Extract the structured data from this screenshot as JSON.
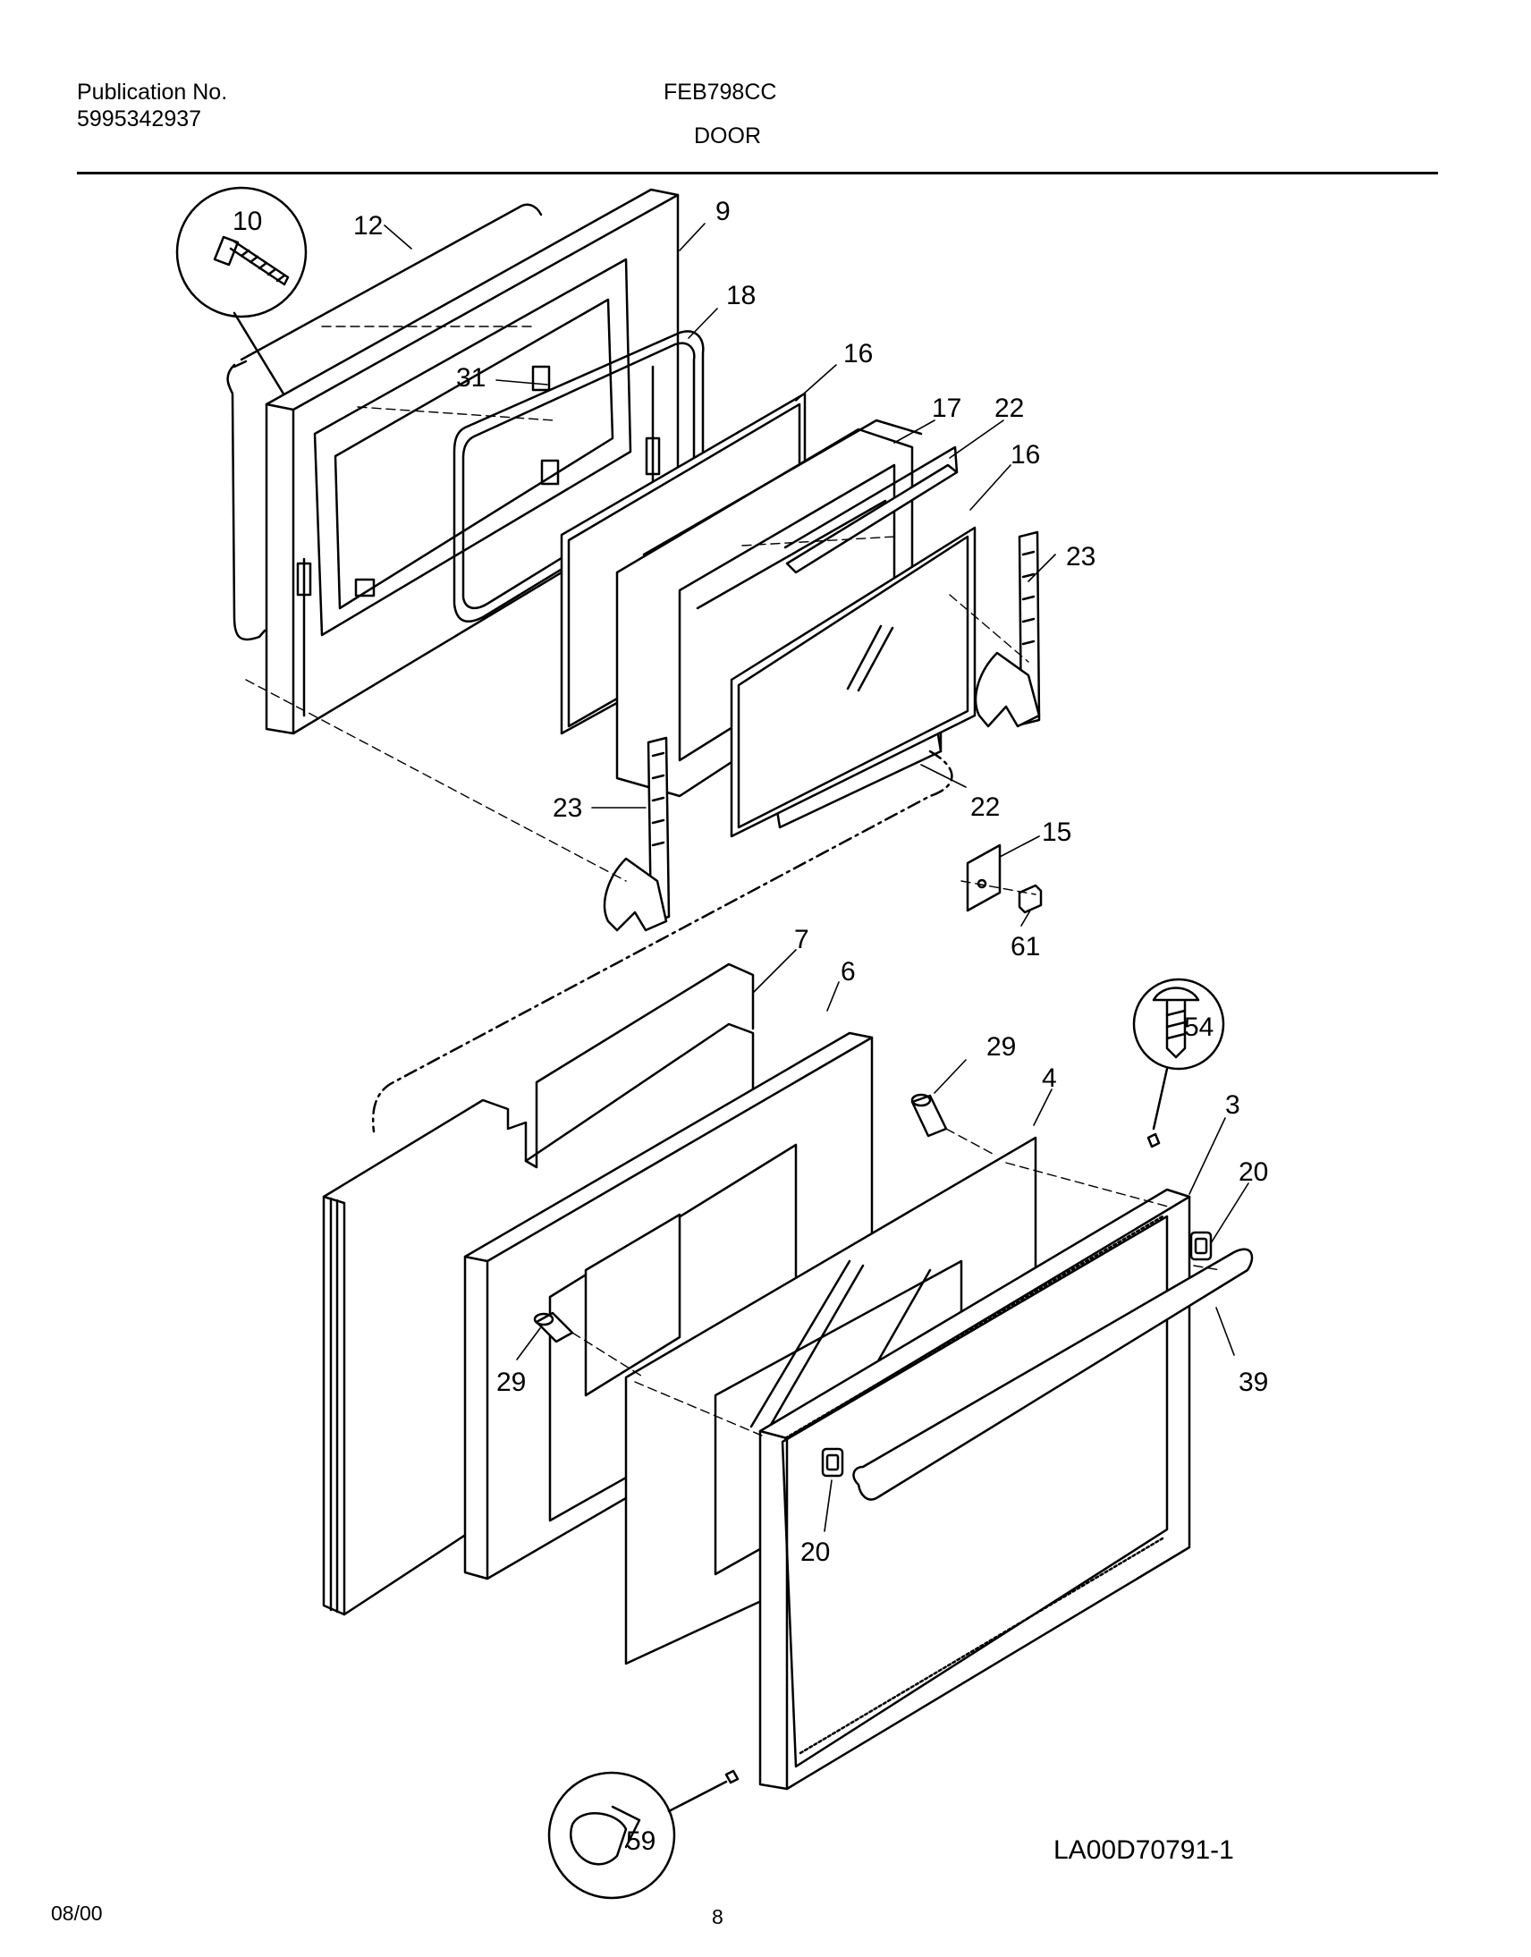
{
  "header": {
    "publication_label": "Publication No.",
    "publication_number": "5995342937",
    "model": "FEB798CC",
    "section": "DOOR"
  },
  "diagram": {
    "callouts": [
      "10",
      "12",
      "9",
      "18",
      "31",
      "16",
      "17",
      "22",
      "16",
      "23",
      "23",
      "22",
      "15",
      "61",
      "7",
      "6",
      "29",
      "4",
      "54",
      "3",
      "20",
      "39",
      "29",
      "20",
      "59"
    ]
  },
  "reference_code": "LA00D70791-1",
  "footer": {
    "date": "08/00",
    "page": "8"
  }
}
